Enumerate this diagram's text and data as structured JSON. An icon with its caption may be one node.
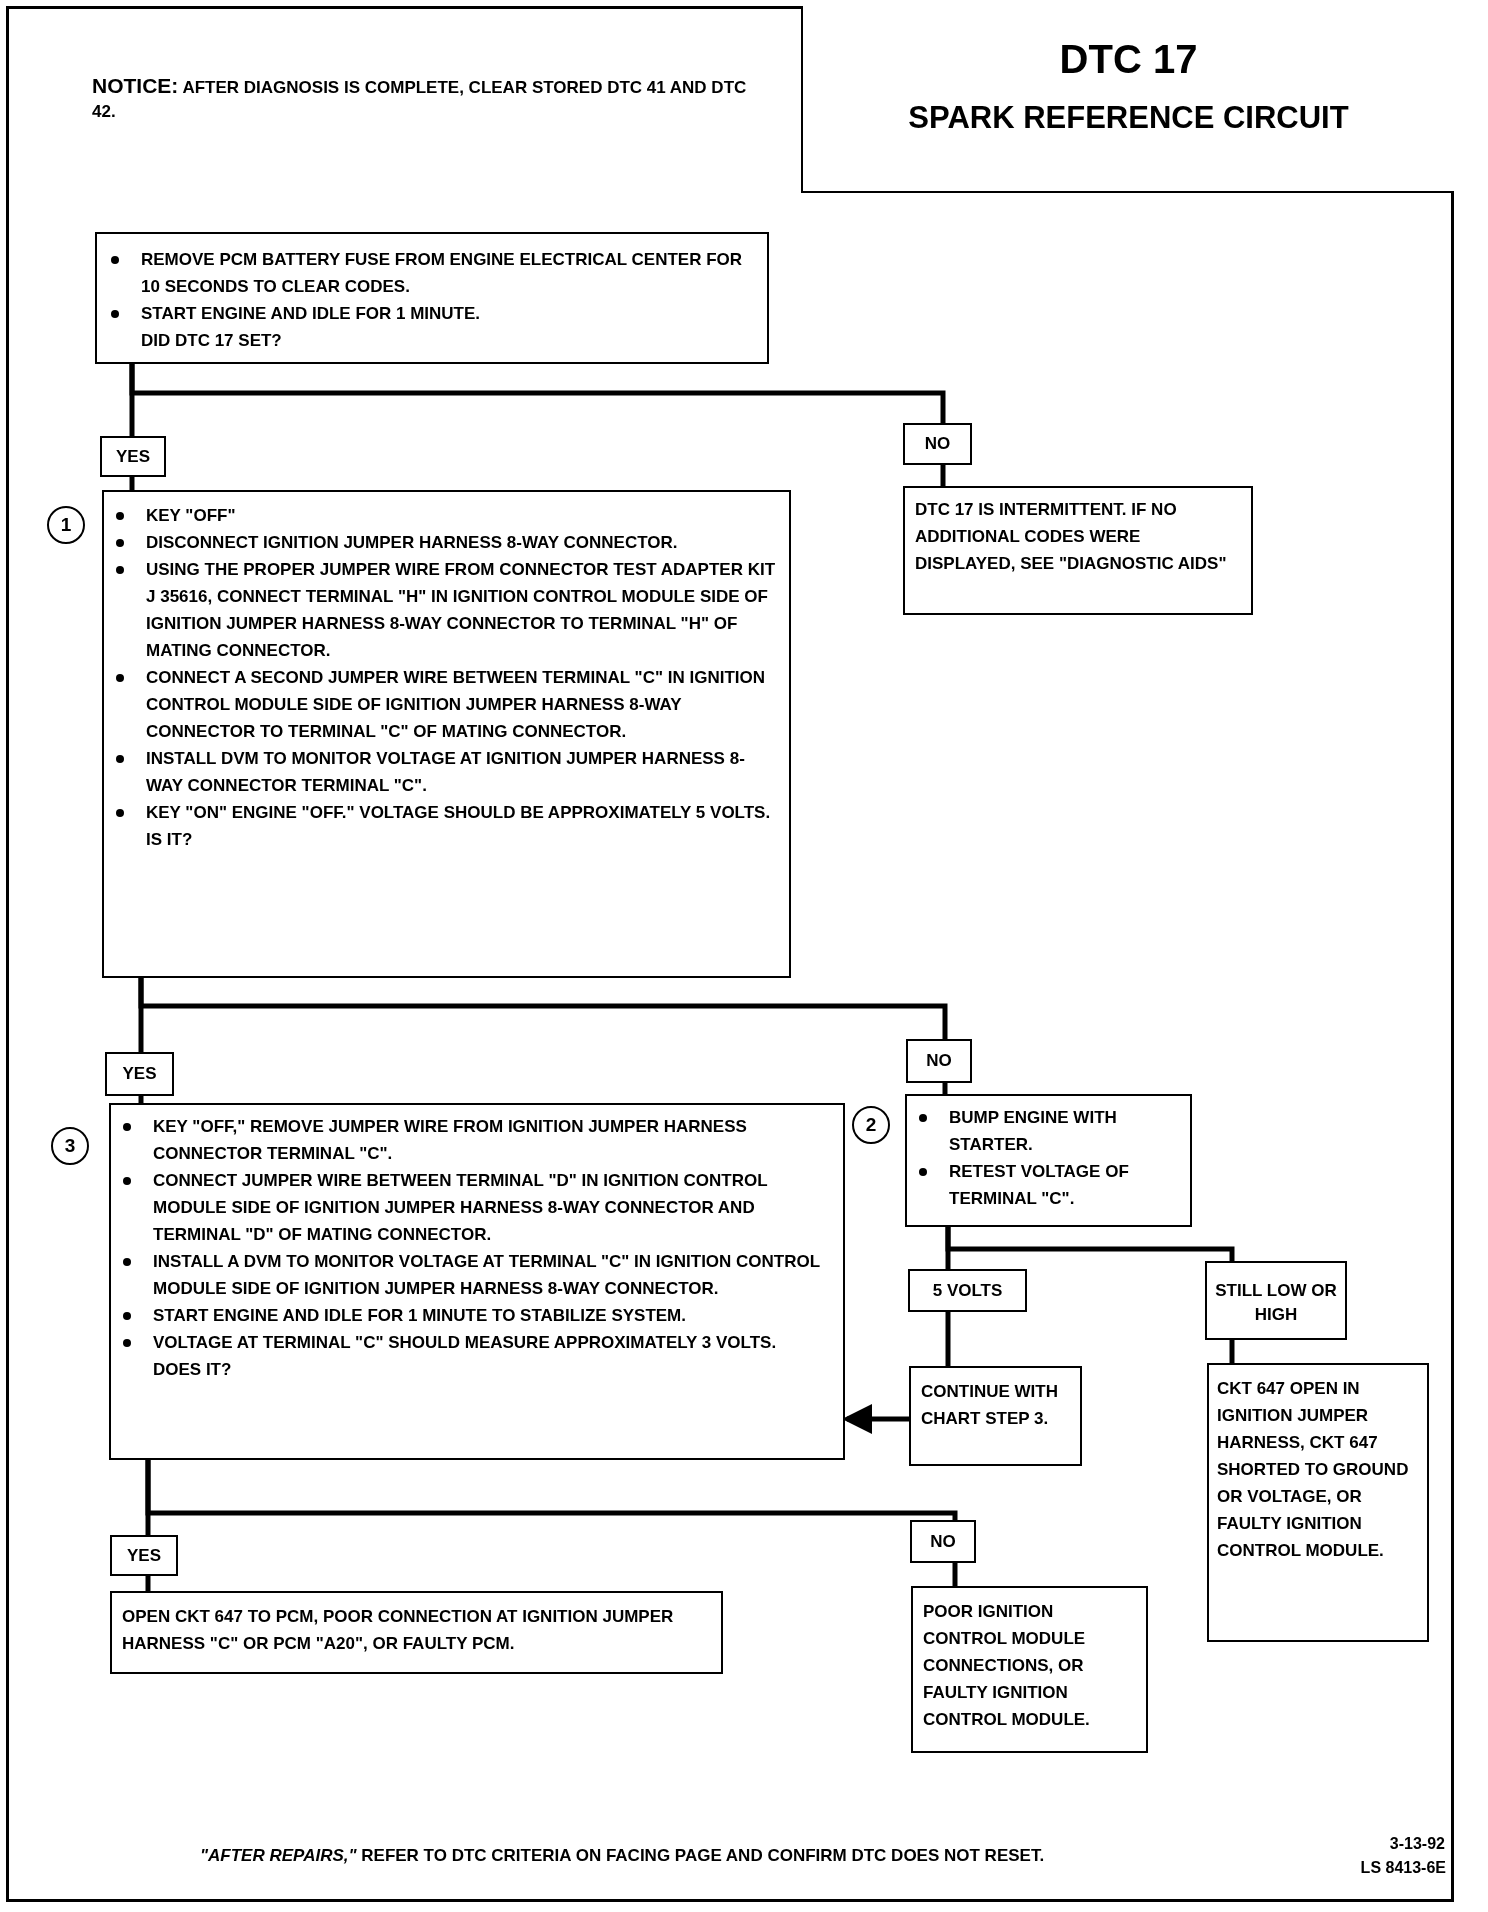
{
  "diagram": {
    "nodes": [
      {
        "text": [
          "DTC 17",
          "SPARK REFERENCE CIRCUIT"
        ]
      },
      {
        "text": [
          "REMOVE PCM BATTERY FUSE FROM ENGINE ELECTRICAL CENTER FOR 10 SECONDS TO CLEAR CODES.",
          "START ENGINE AND IDLE FOR 1 MINUTE.",
          "DID DTC 17 SET?"
        ]
      },
      {
        "text": [
          "YES"
        ]
      },
      {
        "text": [
          "NO"
        ]
      },
      {
        "text": [
          "DTC 17 IS INTERMITTENT.  IF NO ADDITIONAL CODES WERE DISPLAYED, SEE \"DIAGNOSTIC AIDS\""
        ]
      },
      {
        "text": [
          "KEY \"OFF\"",
          "DISCONNECT IGNITION JUMPER HARNESS 8-WAY CONNECTOR.",
          "USING THE PROPER JUMPER WIRE FROM CONNECTOR TEST ADAPTER KIT J 35616, CONNECT TERMINAL \"H\" IN IGNITION CONTROL MODULE SIDE OF IGNITION JUMPER HARNESS 8-WAY CONNECTOR TO TERMINAL \"H\" OF MATING CONNECTOR.",
          "CONNECT A SECOND JUMPER WIRE BETWEEN TERMINAL \"C\" IN IGNITION CONTROL MODULE SIDE OF IGNITION JUMPER HARNESS 8-WAY CONNECTOR TO TERMINAL \"C\" OF MATING CONNECTOR.",
          "INSTALL DVM TO MONITOR VOLTAGE AT IGNITION JUMPER HARNESS 8-WAY CONNECTOR TERMINAL \"C\".",
          "KEY \"ON\" ENGINE \"OFF.\"  VOLTAGE SHOULD BE APPROXIMATELY 5 VOLTS.",
          "IS IT?"
        ],
        "beside": [
          "1"
        ]
      },
      {
        "text": [
          "YES"
        ]
      },
      {
        "text": [
          "NO"
        ]
      },
      {
        "text": [
          "KEY \"OFF,\" REMOVE JUMPER WIRE FROM IGNITION JUMPER HARNESS CONNECTOR TERMINAL \"C\".",
          "CONNECT JUMPER WIRE BETWEEN TERMINAL \"D\" IN IGNITION CONTROL MODULE SIDE OF IGNITION JUMPER HARNESS 8-WAY CONNECTOR AND TERMINAL \"D\" OF MATING CONNECTOR.",
          "INSTALL A DVM TO MONITOR VOLTAGE AT TERMINAL \"C\" IN IGNITION CONTROL MODULE SIDE OF IGNITION JUMPER HARNESS 8-WAY CONNECTOR.",
          "START ENGINE AND IDLE FOR 1 MINUTE TO STABILIZE SYSTEM.",
          "VOLTAGE AT TERMINAL \"C\" SHOULD MEASURE APPROXIMATELY 3 VOLTS.",
          "DOES IT?"
        ],
        "beside": [
          "3"
        ]
      },
      {
        "text": [
          "BUMP ENGINE WITH STARTER.",
          "RETEST VOLTAGE OF TERMINAL \"C\"."
        ],
        "beside": [
          "2"
        ]
      },
      {
        "text": [
          "5 VOLTS"
        ]
      },
      {
        "text": [
          "STILL LOW OR HIGH"
        ]
      },
      {
        "text": [
          "CONTINUE WITH CHART STEP 3."
        ]
      },
      {
        "text": [
          "CKT 647 OPEN IN IGNITION JUMPER HARNESS, CKT 647 SHORTED TO GROUND OR VOLTAGE, OR FAULTY IGNITION CONTROL MODULE."
        ]
      },
      {
        "text": [
          "YES"
        ]
      },
      {
        "text": [
          "NO"
        ]
      },
      {
        "text": [
          "OPEN CKT 647 TO PCM, POOR CONNECTION AT IGNITION JUMPER HARNESS \"C\" OR PCM \"A20\", OR FAULTY PCM."
        ]
      },
      {
        "text": [
          "POOR IGNITION CONTROL MODULE CONNECTIONS, OR FAULTY IGNITION CONTROL MODULE."
        ]
      }
    ],
    "edges": [
      {
        "from": 1,
        "to": 2,
        "arrow": "none"
      },
      {
        "from": 1,
        "to": 3,
        "arrow": "none"
      },
      {
        "from": 2,
        "to": 5,
        "arrow": "none"
      },
      {
        "from": 3,
        "to": 4,
        "arrow": "none"
      },
      {
        "from": 5,
        "to": 6,
        "arrow": "none"
      },
      {
        "from": 5,
        "to": 7,
        "arrow": "none"
      },
      {
        "from": 6,
        "to": 8,
        "arrow": "none"
      },
      {
        "from": 7,
        "to": 9,
        "arrow": "none"
      },
      {
        "from": 9,
        "to": 10,
        "arrow": "none"
      },
      {
        "from": 9,
        "to": 11,
        "arrow": "none"
      },
      {
        "from": 10,
        "to": 12,
        "arrow": "none"
      },
      {
        "from": 11,
        "to": 13,
        "arrow": "none"
      },
      {
        "from": 12,
        "to": 8,
        "arrow": "to"
      },
      {
        "from": 8,
        "to": 14,
        "arrow": "none"
      },
      {
        "from": 8,
        "to": 15,
        "arrow": "none"
      },
      {
        "from": 14,
        "to": 16,
        "arrow": "none"
      },
      {
        "from": 15,
        "to": 17,
        "arrow": "none"
      }
    ],
    "labels": [
      "**NOTICE:** AFTER DIAGNOSIS IS COMPLETE, CLEAR STORED DTC 41 AND DTC 42.",
      "*\"AFTER REPAIRS,\"* REFER TO DTC CRITERIA ON FACING PAGE AND CONFIRM DTC DOES NOT RESET.",
      "3-13-92",
      "LS 8413-6E"
    ]
  }
}
